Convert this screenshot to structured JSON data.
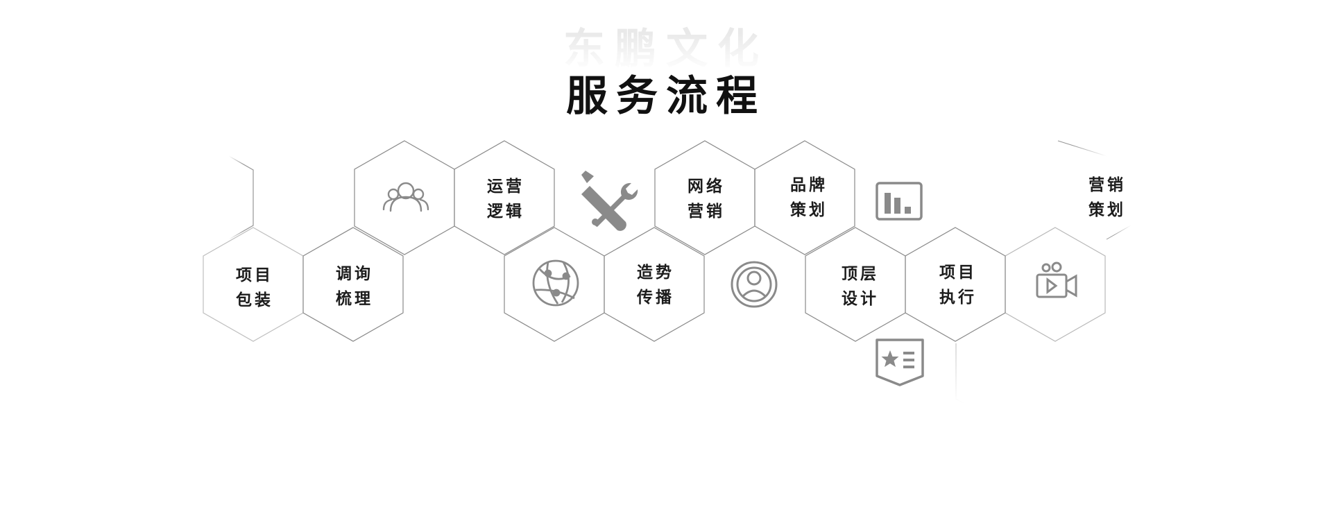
{
  "header": {
    "watermark": "东鹏文化",
    "title": "服务流程"
  },
  "colors": {
    "hex_stroke": "#8a8a8a",
    "icon": "#8a8a8a",
    "text": "#1c1c1c"
  },
  "steps": [
    {
      "line1": "项目",
      "line2": "包装"
    },
    {
      "line1": "调询",
      "line2": "梳理"
    },
    {
      "line1": "运营",
      "line2": "逻辑"
    },
    {
      "line1": "造势",
      "line2": "传播"
    },
    {
      "line1": "网络",
      "line2": "营销"
    },
    {
      "line1": "品牌",
      "line2": "策划"
    },
    {
      "line1": "顶层",
      "line2": "设计"
    },
    {
      "line1": "项目",
      "line2": "执行"
    },
    {
      "line1": "营销",
      "line2": "策划"
    }
  ],
  "icons": [
    "team-icon",
    "tools-icon",
    "globe-network-icon",
    "user-target-icon",
    "bar-chart-icon",
    "badge-list-icon",
    "video-camera-icon"
  ]
}
